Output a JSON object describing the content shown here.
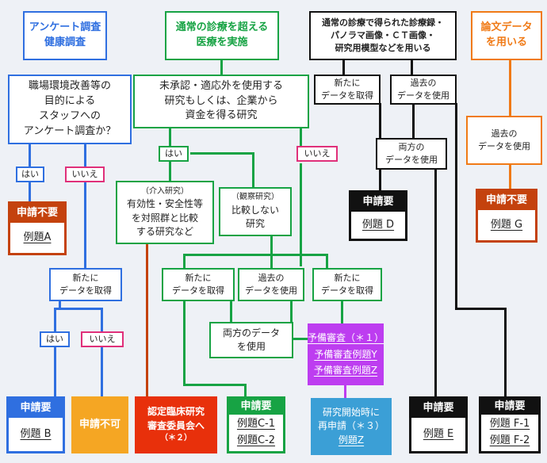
{
  "colors": {
    "blue": "#2f6fe0",
    "green": "#17a344",
    "black": "#111111",
    "orange": "#f07a16",
    "pink": "#e0307a",
    "brown": "#c4420d",
    "red": "#e8300b",
    "yellow": "#f5a623",
    "purple": "#bd3df0",
    "lightblue": "#3b9fd6"
  },
  "starts": {
    "survey": [
      "アンケート調査",
      "健康調査"
    ],
    "beyond": [
      "通常の診療を超える",
      "医療を実施"
    ],
    "records": [
      "通常の診療で得られた診療録・",
      "パノラマ画像・ＣＴ画像・",
      "研究用模型などを用いる"
    ],
    "paper": [
      "論文データ",
      "を用いる"
    ]
  },
  "questions": {
    "workplace": [
      "職場環境改善等の",
      "目的による",
      "スタッフへの",
      "アンケート調査か？"
    ],
    "unapproved": [
      "未承認・適応外を使用する",
      "研究もしくは、企業から",
      "資金を得る研究"
    ],
    "intervention": [
      "（介入研究）",
      "有効性・安全性等",
      "を対照群と比較",
      "する研究など"
    ],
    "observational": [
      "（観察研究）",
      "比較しない",
      "研究"
    ]
  },
  "answers": {
    "yes": "はい",
    "no": "いいえ"
  },
  "data": {
    "new": [
      "新たに",
      "データを取得"
    ],
    "past": [
      "過去の",
      "データを使用"
    ],
    "both": [
      "両方の",
      "データを使用"
    ],
    "both2": [
      "両方のデータ",
      "を使用"
    ]
  },
  "results": {
    "A": {
      "head": "申請不要",
      "items": [
        "例題A"
      ]
    },
    "B": {
      "head": "申請要",
      "items": [
        "例題 B"
      ]
    },
    "C": {
      "head": "申請要",
      "items": [
        "例題C-1",
        "例題C-2"
      ]
    },
    "D": {
      "head": "申請要",
      "items": [
        "例題 D"
      ]
    },
    "E": {
      "head": "申請要",
      "items": [
        "例題 E"
      ]
    },
    "F": {
      "head": "申請要",
      "items": [
        "例題 F-1",
        "例題 F-2"
      ]
    },
    "G": {
      "head": "申請不要",
      "items": [
        "例題 G"
      ]
    },
    "notAllowed": "申請不可",
    "certified": [
      "認定臨床研究",
      "審査委員会へ",
      "（＊２）"
    ],
    "prelim": [
      "予備審査（＊１）",
      "予備審査例題Y",
      "予備審査例題Z"
    ],
    "reapply": [
      "研究開始時に",
      "再申請（＊３）",
      "例題Z"
    ]
  }
}
